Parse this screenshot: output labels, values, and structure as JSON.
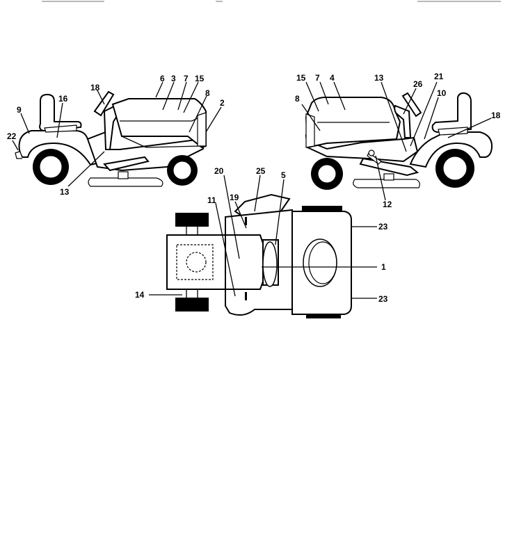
{
  "diagram": {
    "callouts": {
      "left_6": "6",
      "left_3": "3",
      "left_7": "7",
      "left_15": "15",
      "left_8": "8",
      "left_2": "2",
      "left_18": "18",
      "left_16": "16",
      "left_9": "9",
      "left_22": "22",
      "left_13": "13",
      "right_15": "15",
      "right_7": "7",
      "right_4": "4",
      "right_13": "13",
      "right_21": "21",
      "right_26": "26",
      "right_10": "10",
      "right_8": "8",
      "right_18": "18",
      "right_12": "12",
      "top_20": "20",
      "top_25": "25",
      "top_5": "5",
      "top_19": "19",
      "top_11": "11",
      "top_23a": "23",
      "top_1": "1",
      "top_14": "14",
      "top_23b": "23"
    }
  }
}
